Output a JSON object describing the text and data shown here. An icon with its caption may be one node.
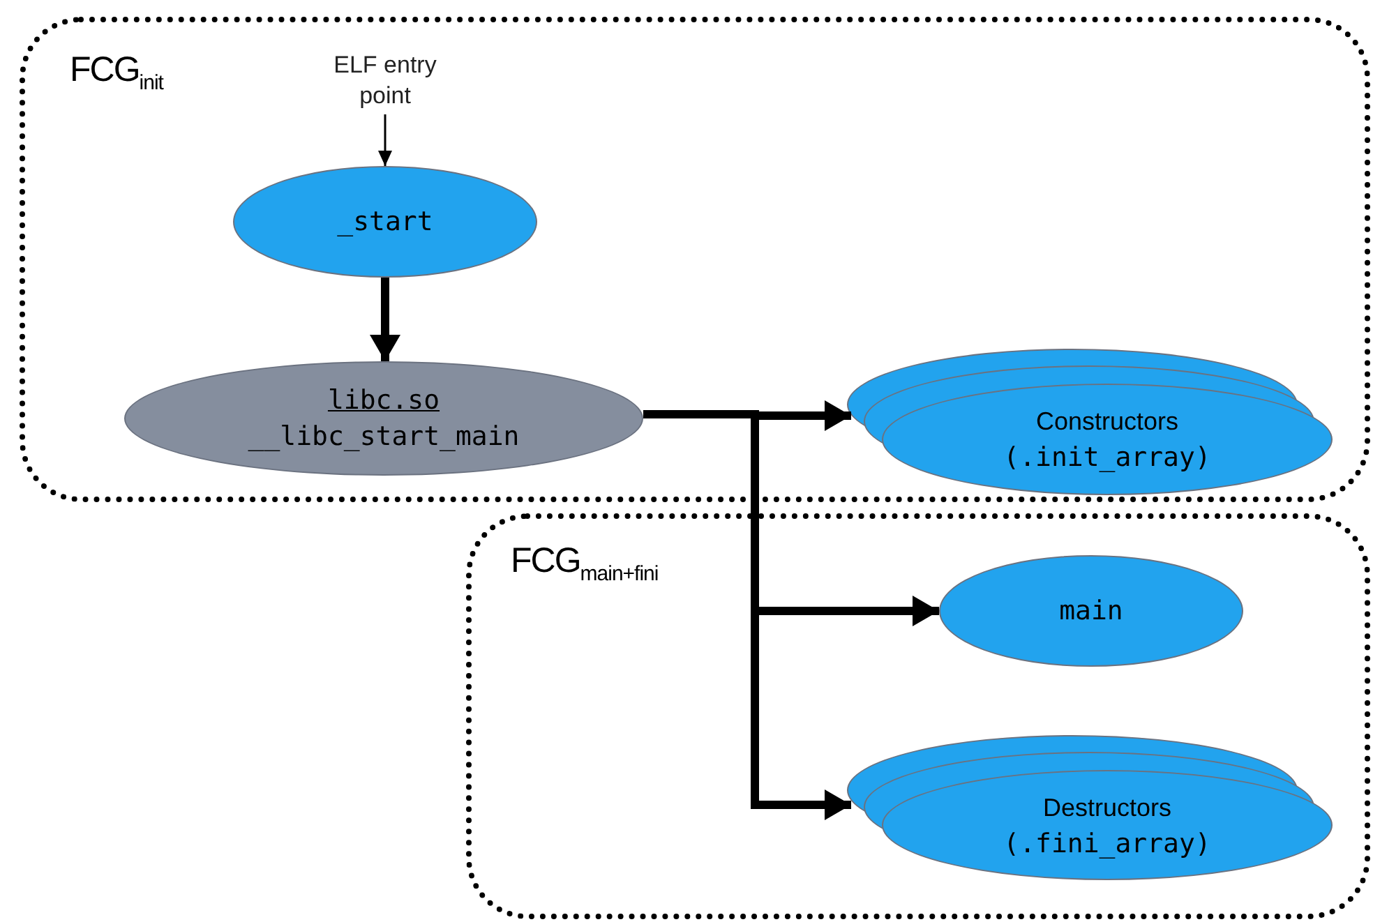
{
  "diagram": {
    "nodes": [
      {
        "text": [
          "FCG$_{init}$"
        ]
      },
      {
        "text": [
          "ELF entry point"
        ],
        "in": 0
      },
      {
        "text": [
          "_start"
        ],
        "in": 0
      },
      {
        "text": [
          "libc.so",
          "__libc_start_main"
        ],
        "in": 0
      },
      {
        "text": [
          "Constructors",
          "(.init_array)"
        ],
        "in": 0
      },
      {
        "text": [
          "FCG$_{main+fini}$"
        ]
      },
      {
        "text": [
          "main"
        ],
        "in": 5
      },
      {
        "text": [
          "Destructors",
          "(.fini_array)"
        ],
        "in": 5
      }
    ],
    "edges": [
      {
        "from": 1,
        "to": 2,
        "arrow": "to"
      },
      {
        "from": 2,
        "to": 3,
        "arrow": "to"
      },
      {
        "from": 3,
        "to": 4,
        "arrow": "to"
      },
      {
        "from": 3,
        "to": 6,
        "arrow": "to"
      },
      {
        "from": 3,
        "to": 7,
        "arrow": "to"
      }
    ]
  }
}
